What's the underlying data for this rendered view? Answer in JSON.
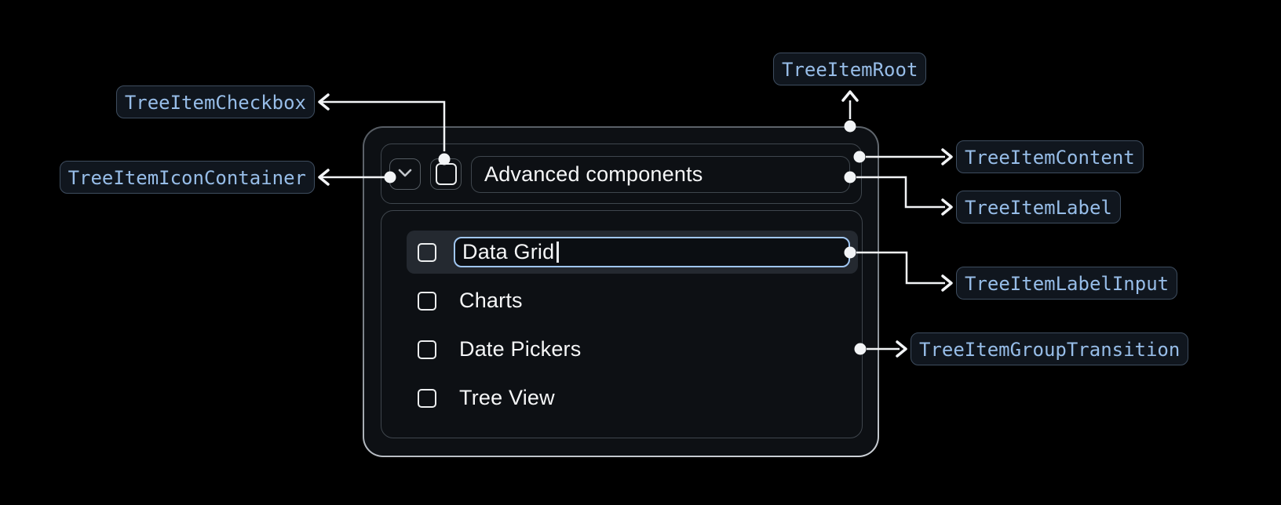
{
  "diagram": {
    "labels": {
      "checkbox": "TreeItemCheckbox",
      "icon_container": "TreeItemIconContainer",
      "root": "TreeItemRoot",
      "content": "TreeItemContent",
      "label": "TreeItemLabel",
      "label_input": "TreeItemLabelInput",
      "group_transition": "TreeItemGroupTransition"
    },
    "icons": {
      "expand": "chevron-down"
    },
    "colors": {
      "background": "#000000",
      "panel_background": "#0d1014",
      "chip_background": "#10161e",
      "chip_border": "#3e4d5f",
      "chip_text": "#97bde8",
      "arrow": "#f2f4f6",
      "outline_border": "#3f464d",
      "focused_input_border": "#a0c6f1",
      "editing_row_background": "#242930",
      "checkbox_border": "#eceeef",
      "text": "#f5f6f7"
    }
  },
  "tree": {
    "parent_label": "Advanced components",
    "editing_value": "Data Grid",
    "items": [
      "Charts",
      "Date Pickers",
      "Tree View"
    ]
  }
}
